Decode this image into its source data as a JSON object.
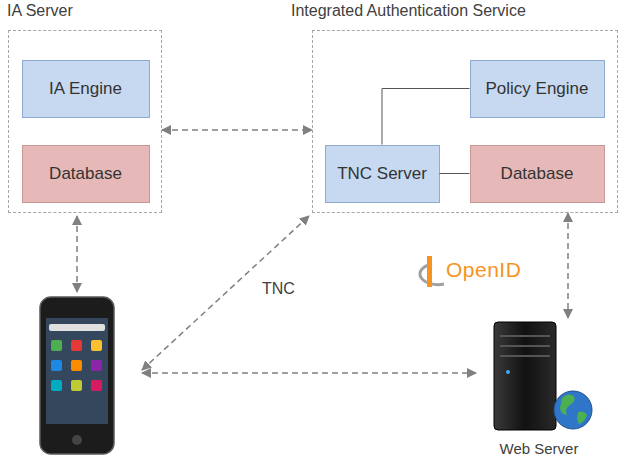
{
  "diagram": {
    "nodes": [
      {
        "text": [
          "IA Server"
        ]
      },
      {
        "text": [
          "IA Engine"
        ],
        "in": 0
      },
      {
        "text": [
          "Database"
        ],
        "in": 0
      },
      {
        "text": [
          "Integrated Authentication Service"
        ]
      },
      {
        "text": [
          "Policy Engine"
        ],
        "in": 3
      },
      {
        "text": [
          "TNC Server"
        ],
        "in": 3
      },
      {
        "text": [
          "Database"
        ],
        "in": 3
      },
      {
        "text": [
          "Web Server"
        ]
      }
    ],
    "edges": [
      {
        "from": 0,
        "to": 3,
        "arrow": "both"
      },
      {
        "from": 4,
        "to": 5,
        "arrow": "none"
      },
      {
        "from": 5,
        "to": 6,
        "arrow": "none"
      },
      {
        "from": 3,
        "to": 7,
        "label": "OpenID",
        "arrow": "both"
      }
    ],
    "labels": [
      "TNC"
    ]
  }
}
